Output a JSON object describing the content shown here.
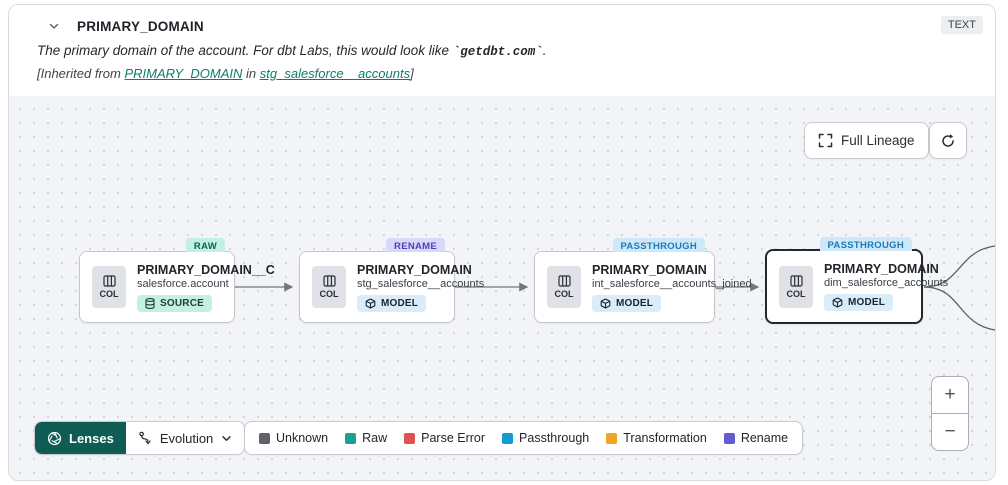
{
  "header": {
    "title": "PRIMARY_DOMAIN",
    "type_badge": "TEXT",
    "description": {
      "prefix": "The primary domain of the account. For dbt Labs, this would look like ",
      "code": "`getdbt.com`",
      "suffix": "."
    },
    "inherited": {
      "prefix": "[Inherited from ",
      "column_link": "PRIMARY_DOMAIN",
      "middle": " in ",
      "model_link": "stg_salesforce__accounts",
      "suffix": "]"
    }
  },
  "toolbar": {
    "full_lineage_label": "Full Lineage"
  },
  "nodes": [
    {
      "status": "RAW",
      "title": "PRIMARY_DOMAIN__C",
      "subtitle": "salesforce.account",
      "type": "SOURCE",
      "col_label": "COL"
    },
    {
      "status": "RENAME",
      "title": "PRIMARY_DOMAIN",
      "subtitle": "stg_salesforce__accounts",
      "type": "MODEL",
      "col_label": "COL"
    },
    {
      "status": "PASSTHROUGH",
      "title": "PRIMARY_DOMAIN",
      "subtitle": "int_salesforce__accounts_joined",
      "type": "MODEL",
      "col_label": "COL"
    },
    {
      "status": "PASSTHROUGH",
      "title": "PRIMARY_DOMAIN",
      "subtitle": "dim_salesforce_accounts",
      "type": "MODEL",
      "col_label": "COL"
    }
  ],
  "footer": {
    "lenses_label": "Lenses",
    "lens_selected": "Evolution",
    "legend": [
      {
        "label": "Unknown",
        "color": "#606269"
      },
      {
        "label": "Raw",
        "color": "#16a394"
      },
      {
        "label": "Parse Error",
        "color": "#e05252"
      },
      {
        "label": "Passthrough",
        "color": "#119bd4"
      },
      {
        "label": "Transformation",
        "color": "#efa427"
      },
      {
        "label": "Rename",
        "color": "#635bd0"
      }
    ]
  },
  "zoom_controls": {
    "zoom_in": "+",
    "zoom_out": "−"
  },
  "colors": {
    "link_teal": "#0e7c6f",
    "lenses_bg": "#0e5c54",
    "raw_badge_bg": "#c2f0e2",
    "rename_badge_bg": "#dbd7f8",
    "passthrough_badge_bg": "#cfe8f8",
    "edge": "#73767c"
  }
}
